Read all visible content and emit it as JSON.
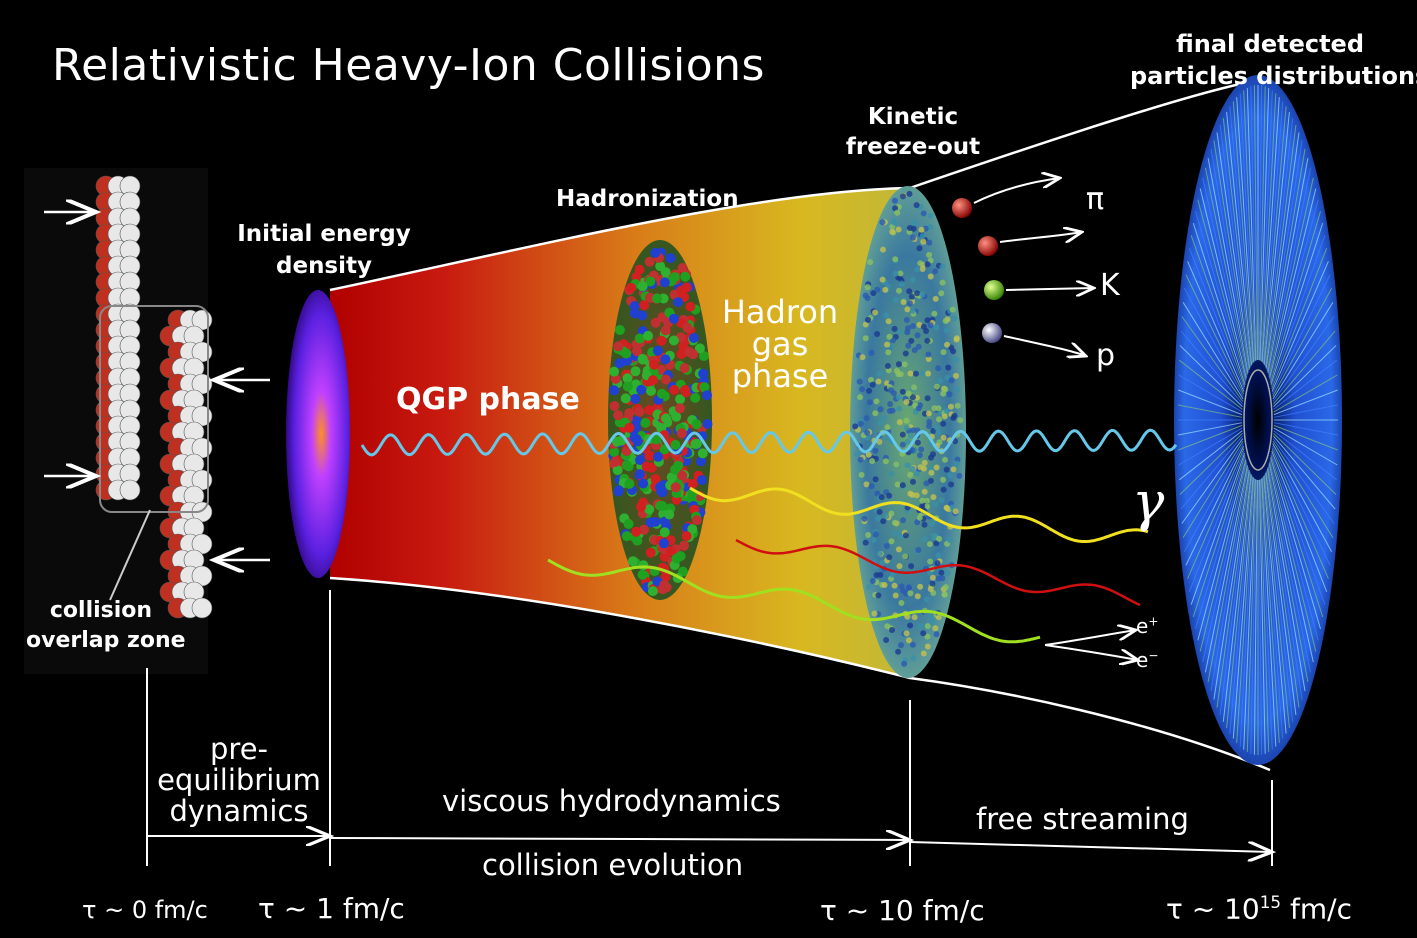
{
  "title": "Relativistic Heavy-Ion Collisions",
  "labels": {
    "final_detected": [
      "final detected",
      "particles distributions"
    ],
    "kinetic_freezeout": [
      "Kinetic",
      "freeze-out"
    ],
    "hadronization": "Hadronization",
    "initial_energy": [
      "Initial energy",
      "density"
    ],
    "qgp_phase": "QGP phase",
    "hadron_gas": [
      "Hadron",
      "gas",
      "phase"
    ],
    "collision_zone": [
      "collision",
      "overlap zone"
    ],
    "pre_equilibrium": [
      "pre-",
      "equilibrium",
      "dynamics"
    ],
    "viscous": "viscous hydrodynamics",
    "free_streaming": "free streaming",
    "collision_evolution": "collision evolution"
  },
  "particles": {
    "pi": "π",
    "K": "K",
    "p": "p",
    "gamma": "γ",
    "e_plus": "e",
    "e_plus_sup": "+",
    "e_minus": "e",
    "e_minus_sup": "−"
  },
  "times": {
    "t0": "τ ~ 0 fm/c",
    "t1": "τ ~ 1 fm/c",
    "t10": "τ ~ 10 fm/c",
    "t15_pre": "τ ~ 10",
    "t15_exp": "15",
    "t15_post": " fm/c"
  },
  "colors": {
    "background": "#000000",
    "qgp_red": "#c01818",
    "hadron_yellow": "#d8c020",
    "freezeout_blue": "#3a7ab0",
    "photon": "#66c8e8",
    "yellow_wave": "#f0e020",
    "red_wave": "#d01010",
    "green_wave": "#a0e020"
  }
}
